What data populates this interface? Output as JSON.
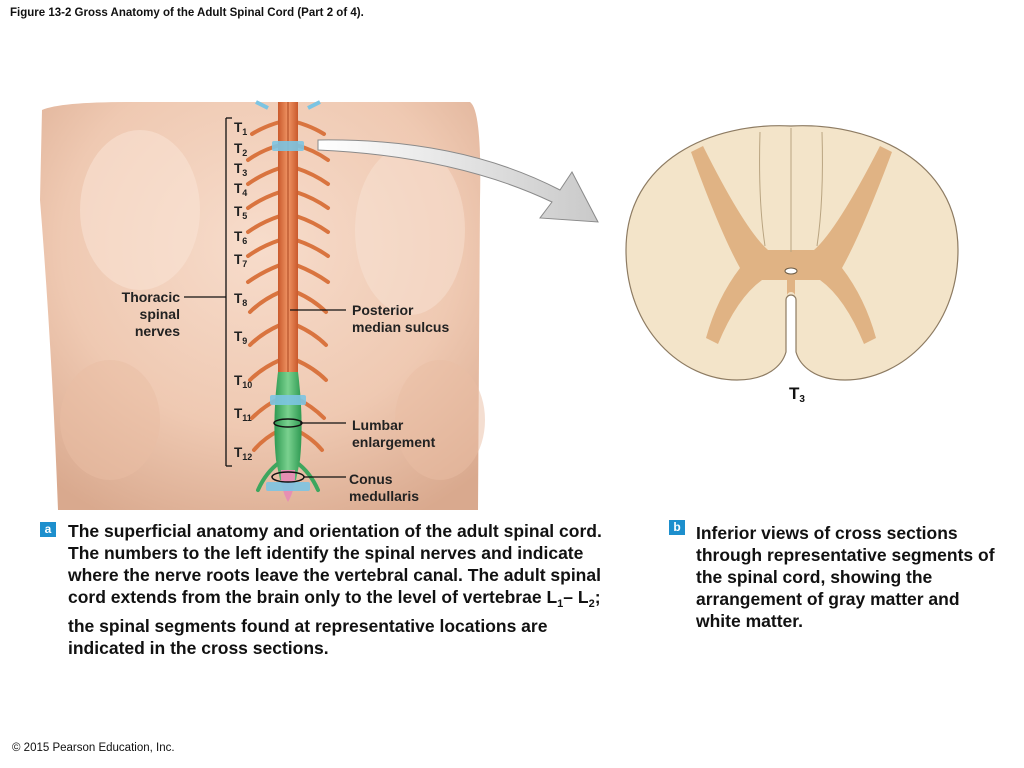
{
  "figure_title": "Figure 13-2 Gross Anatomy of the Adult Spinal Cord (Part 2 of 4).",
  "panel_a": {
    "badge": "a",
    "segments": [
      {
        "letter": "T",
        "num": "1"
      },
      {
        "letter": "T",
        "num": "2"
      },
      {
        "letter": "T",
        "num": "3"
      },
      {
        "letter": "T",
        "num": "4"
      },
      {
        "letter": "T",
        "num": "5"
      },
      {
        "letter": "T",
        "num": "6"
      },
      {
        "letter": "T",
        "num": "7"
      },
      {
        "letter": "T",
        "num": "8"
      },
      {
        "letter": "T",
        "num": "9"
      },
      {
        "letter": "T",
        "num": "10"
      },
      {
        "letter": "T",
        "num": "11"
      },
      {
        "letter": "T",
        "num": "12"
      }
    ],
    "labels": {
      "thoracic": [
        "Thoracic",
        "spinal",
        "nerves"
      ],
      "posterior": [
        "Posterior",
        "median sulcus"
      ],
      "lumbar": [
        "Lumbar",
        "enlargement"
      ],
      "conus": [
        "Conus",
        "medullaris"
      ]
    },
    "caption": {
      "part1": "The superficial anatomy and orientation of the adult spinal cord. The numbers to the left identify the spinal nerves and indicate where the nerve roots leave the vertebral canal. The adult spinal cord extends from the brain only to the level of vertebrae L",
      "sub1": "1",
      "part2": "– L",
      "sub2": "2",
      "part3": "; the spinal segments found at representative locations are indicated in the cross sections."
    }
  },
  "panel_b": {
    "badge": "b",
    "segment_letter": "T",
    "segment_num": "3",
    "caption": "Inferior views of cross sections through representative segments of the spinal cord, showing the arrangement of gray matter and white matter."
  },
  "copyright": "© 2015 Pearson Education, Inc.",
  "colors": {
    "skin": "#f1cdb8",
    "cord": "#e07a48",
    "enlargement": "#4cb86b",
    "conus": "#e68fb3",
    "white_matter": "#f2e3c8",
    "gray_matter": "#e0b384",
    "accent": "#1d8fcd"
  }
}
